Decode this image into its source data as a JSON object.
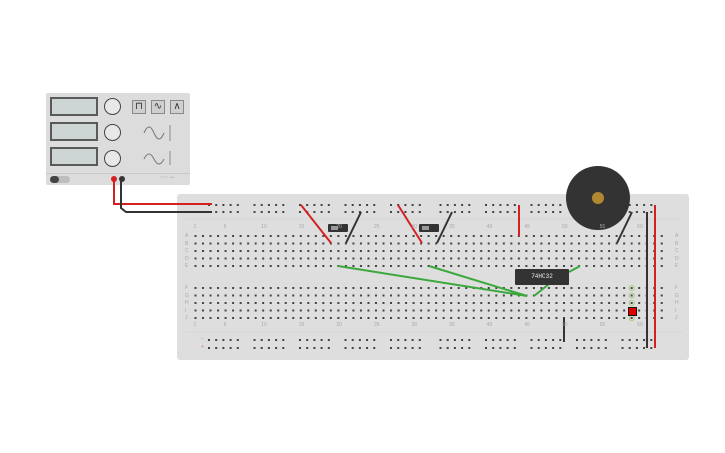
{
  "function_generator": {
    "name": "Function Generator",
    "waveform_buttons": [
      {
        "name": "square-wave",
        "glyph": "⊓"
      },
      {
        "name": "sine-wave",
        "glyph": "∿"
      },
      {
        "name": "triangle-wave",
        "glyph": "∧"
      }
    ],
    "displays": [
      "",
      "",
      ""
    ],
    "knobs": [
      "frequency",
      "amplitude",
      "dc-offset"
    ],
    "power_state": "off",
    "terminal_colors": {
      "positive": "#d42020",
      "negative": "#333333"
    },
    "footer_text": "~~~ ⏦"
  },
  "breadboard": {
    "row_labels_top": [
      "A",
      "B",
      "C",
      "D",
      "E"
    ],
    "row_labels_bottom": [
      "F",
      "G",
      "H",
      "I",
      "J"
    ],
    "column_numbers": [
      "1",
      "5",
      "10",
      "15",
      "20",
      "25",
      "30",
      "35",
      "40",
      "45",
      "50",
      "55",
      "60"
    ],
    "rail_labels": {
      "minus": "−",
      "plus": "+"
    }
  },
  "components": {
    "chip": {
      "label": "74HC32"
    },
    "switches": [
      "slide-switch-1",
      "slide-switch-2"
    ],
    "buzzer": "piezo-buzzer",
    "led": {
      "color": "#e00000"
    }
  },
  "colors": {
    "wire_red": "#d42020",
    "wire_black": "#333333",
    "wire_green": "#3aa83a",
    "board": "#dedede"
  }
}
